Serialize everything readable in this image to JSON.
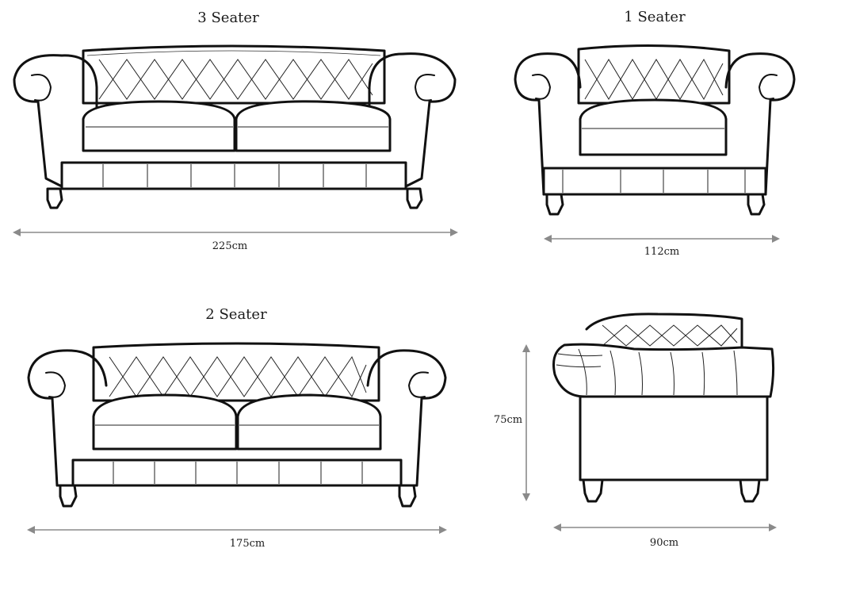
{
  "views": {
    "three_seater": {
      "title": "3 Seater",
      "width": "225cm"
    },
    "one_seater": {
      "title": "1 Seater",
      "width": "112cm"
    },
    "two_seater": {
      "title": "2 Seater",
      "width": "175cm"
    },
    "side_view": {
      "height": "75cm",
      "depth": "90cm"
    }
  },
  "colors": {
    "ink": "#111111",
    "dimension_line": "#8a8a8a",
    "background": "#ffffff"
  }
}
